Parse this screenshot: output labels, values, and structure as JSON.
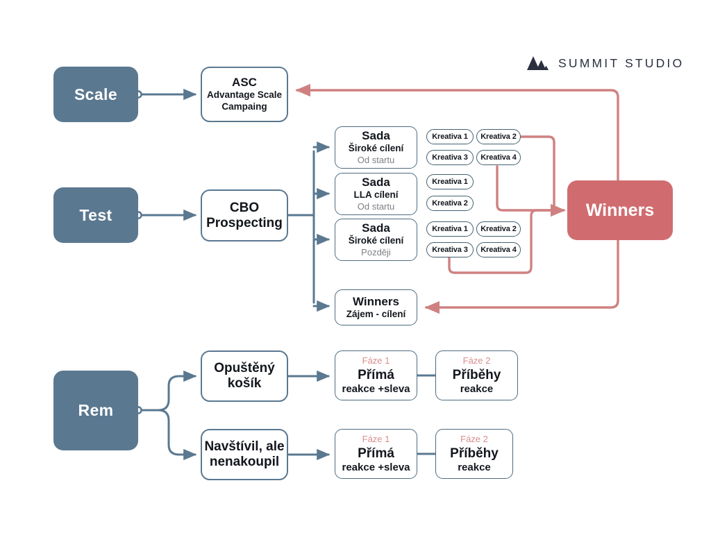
{
  "brand": {
    "name": "SUMMIT STUDIO",
    "logo_icon": "mountain-icon",
    "logo_color": "#2b3040"
  },
  "colors": {
    "stage_fill": "#5a7890",
    "stage_text": "#ffffff",
    "card_border": "#5a7890",
    "card_bg": "#ffffff",
    "winner_fill": "#d06c70",
    "winner_text": "#ffffff",
    "edge_blue": "#5a7890",
    "edge_red": "#cf8181",
    "phase_label": "#d98d8d",
    "muted_text": "#7c7f85",
    "page_bg": "#ffffff"
  },
  "stages": [
    {
      "id": "scale",
      "label": "Scale"
    },
    {
      "id": "test",
      "label": "Test"
    },
    {
      "id": "rem",
      "label": "Rem"
    }
  ],
  "scale_branch": {
    "campaign": {
      "title": "ASC",
      "subtitle": "Advantage Scale",
      "subtitle2": "Campaing"
    }
  },
  "test_branch": {
    "campaign": {
      "line1": "CBO",
      "line2": "Prospecting"
    },
    "adsets": [
      {
        "title": "Sada",
        "targeting": "Široké cílení",
        "timing": "Od startu"
      },
      {
        "title": "Sada",
        "targeting": "LLA cílení",
        "timing": "Od startu"
      },
      {
        "title": "Sada",
        "targeting": "Široké cílení",
        "timing": "Později"
      }
    ],
    "winners_adset": {
      "title": "Winners",
      "targeting": "Zájem - cílení"
    },
    "creative_groups": [
      {
        "group": 1,
        "items": [
          "Kreativa 1",
          "Kreativa 2",
          "Kreativa 3",
          "Kreativa 4"
        ]
      },
      {
        "group": 2,
        "items": [
          "Kreativa 1",
          "Kreativa 2"
        ]
      },
      {
        "group": 3,
        "items": [
          "Kreativa 1",
          "Kreativa 2",
          "Kreativa 3",
          "Kreativa 4"
        ]
      }
    ],
    "winners": {
      "label": "Winners"
    }
  },
  "rem_branch": {
    "audiences": [
      {
        "line1": "Opuštěný",
        "line2": "košík"
      },
      {
        "line1": "Navštívil, ale",
        "line2": "nenakoupil"
      }
    ],
    "phases": [
      {
        "phase": "Fáze 1",
        "title": "Přímá",
        "detail": "reakce +sleva"
      },
      {
        "phase": "Fáze 2",
        "title": "Příběhy",
        "detail": "reakce"
      }
    ]
  }
}
